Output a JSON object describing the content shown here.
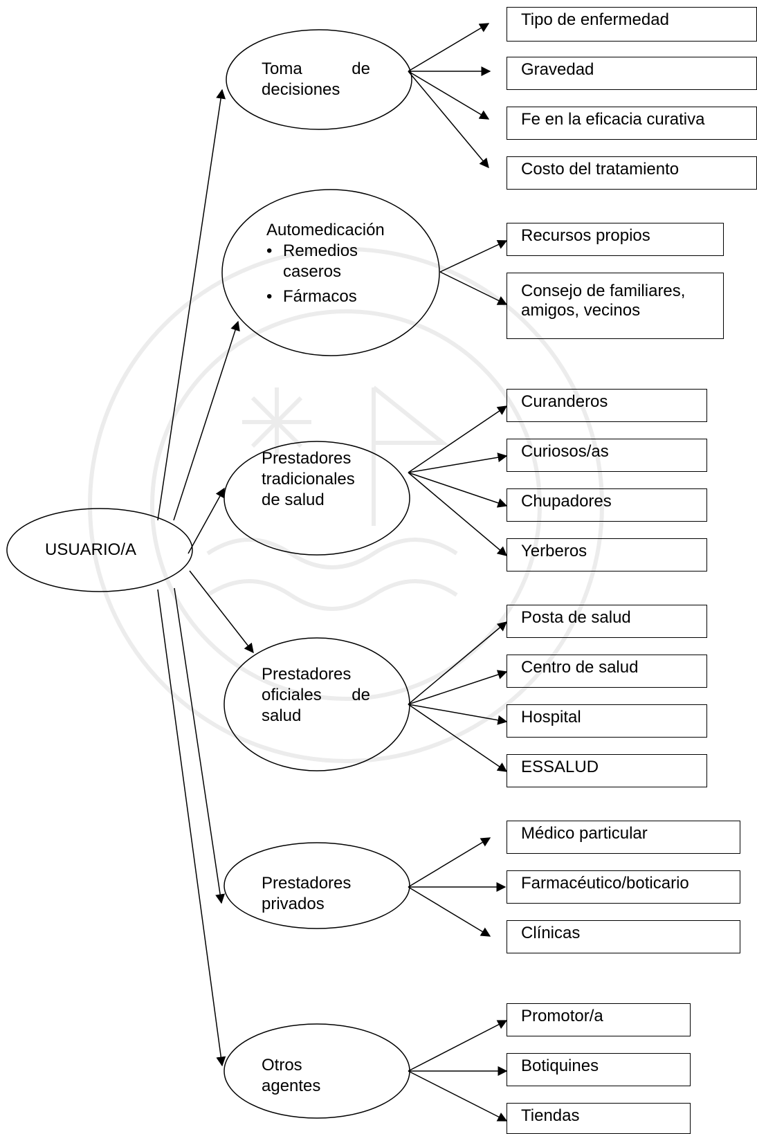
{
  "root": {
    "label": "USUARIO/A"
  },
  "categories": [
    {
      "id": "toma",
      "lines": [
        "Toma de",
        "decisiones"
      ],
      "justified_first_line": true,
      "words": [
        "Toma",
        "de"
      ],
      "items": [
        "Tipo de enfermedad",
        "Gravedad",
        "Fe en la eficacia curativa",
        "Costo del tratamiento"
      ]
    },
    {
      "id": "auto",
      "title": "Automedicación",
      "bullets": [
        "Remedios caseros",
        "Fármacos"
      ],
      "items": [
        "Recursos propios",
        "Consejo de familiares, amigos, vecinos"
      ]
    },
    {
      "id": "trad",
      "lines": [
        "Prestadores",
        "tradicionales",
        "de salud"
      ],
      "items": [
        "Curanderos",
        "Curiosos/as",
        "Chupadores",
        "Yerberos"
      ]
    },
    {
      "id": "ofic",
      "lines": [
        "Prestadores",
        "oficiales de",
        "salud"
      ],
      "words": [
        "oficiales",
        "de"
      ],
      "items": [
        "Posta de salud",
        "Centro de salud",
        "Hospital",
        "ESSALUD"
      ]
    },
    {
      "id": "priv",
      "lines": [
        "Prestadores",
        "privados"
      ],
      "items": [
        "Médico particular",
        "Farmacéutico/boticario",
        "Clínicas"
      ]
    },
    {
      "id": "otros",
      "lines": [
        "Otros",
        "agentes"
      ],
      "items": [
        "Promotor/a",
        "Botiquines",
        "Tiendas"
      ]
    }
  ]
}
